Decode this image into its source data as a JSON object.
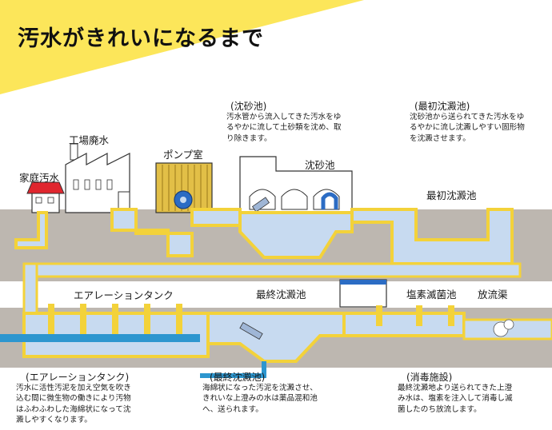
{
  "title": "汚水がきれいになるまで",
  "labels": {
    "household": "家庭汚水",
    "factory": "工場廃水",
    "pump": "ポンプ室",
    "grit": "沈砂池",
    "primary": "最初沈澱池",
    "aeration": "エアレーションタンク",
    "final": "最終沈澱池",
    "chlorine": "塩素滅菌池",
    "outfall": "放流渠"
  },
  "notes": {
    "grit": {
      "heading": "(沈砂池)",
      "body": "汚水管から流入してきた汚水をゆ\nるやかに流して土砂類を沈め、取\nり除きます。"
    },
    "primary": {
      "heading": "(最初沈澱池)",
      "body": "沈砂池から送られてきた汚水をゆ\nるやかに流し沈澱しやすい固形物\nを沈澱させます。"
    },
    "aeration": {
      "heading": "(エアレーションタンク)",
      "body": "汚水に活性汚泥を加え空気を吹き\n込む間に微生物の働きにより汚物\nはふわふわした海綿状になって沈\n澱しやすくなります。"
    },
    "final": {
      "heading": "(最終沈澱池)",
      "body": "海綿状になった汚泥を沈澱させ、\nきれいな上澄みの水は薬品混和池\nへ、送られます。"
    },
    "disinfection": {
      "heading": "(消毒施設)",
      "body": "最終沈澱地より送られてきた上澄\nみ水は、塩素を注入して消毒し滅\n菌したのち放流します。"
    }
  },
  "colors": {
    "banner": "#fce65a",
    "ground": "#bdb7b0",
    "pipe": "#f3d23a",
    "water": "#c7daf0",
    "water_dark": "#2d96cf",
    "pump_blue": "#2b6cc4",
    "roof_red": "#e0262e",
    "pump_house": "#e2bf47"
  }
}
